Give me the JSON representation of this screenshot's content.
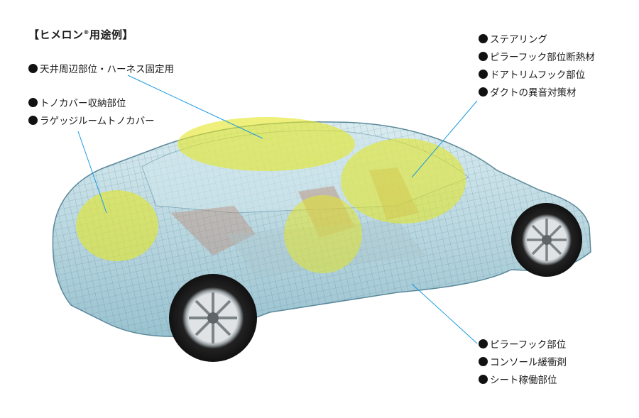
{
  "title": {
    "main": "【ヒメロン",
    "reg": "®",
    "rest": "用途例】"
  },
  "groups": {
    "roof": {
      "items": [
        "天井周辺部位・ハーネス固定用"
      ]
    },
    "trunk": {
      "items": [
        "トノカバー収納部位",
        "ラゲッジルームトノカバー"
      ]
    },
    "front": {
      "items": [
        "ステアリング",
        "ピラーフック部位断熱材",
        "ドアトリムフック部位",
        "ダクトの異音対策材"
      ]
    },
    "floor": {
      "items": [
        "ピラーフック部位",
        "コンソール緩衝剤",
        "シート稼働部位"
      ]
    }
  },
  "colors": {
    "highlight": "#e3e62a",
    "leader_line": "#1a9be0",
    "car_mesh": "#5d8fa0",
    "glass": "#cfe6ec"
  }
}
